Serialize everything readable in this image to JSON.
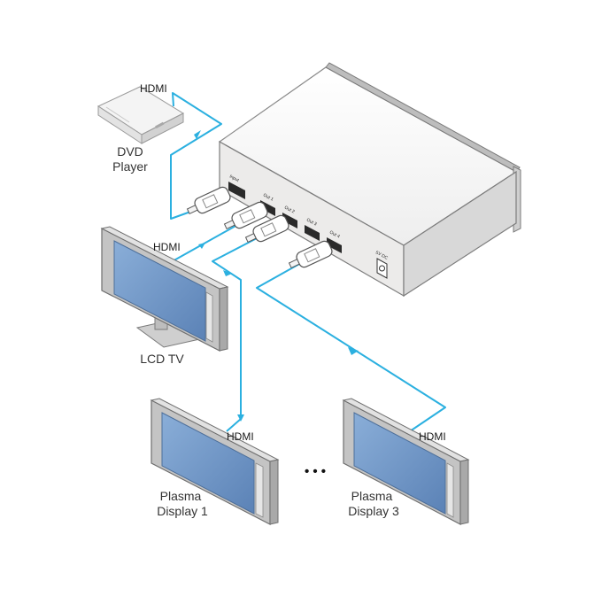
{
  "colors": {
    "cable": "#2bb0e0",
    "device_front": "#ecebea",
    "device_top": "#f6f6f6",
    "device_side": "#d9d9d9",
    "screen": "#6f95c6",
    "bezel": "#bfbfbf"
  },
  "labels": {
    "hdmi_dvd": "HDMI",
    "hdmi_lcd": "HDMI",
    "hdmi_plasma1": "HDMI",
    "hdmi_plasma3": "HDMI",
    "dvd_line1": "DVD",
    "dvd_line2": "Player",
    "lcd": "LCD TV",
    "plasma1_line1": "Plasma",
    "plasma1_line2": "Display 1",
    "plasma3_line1": "Plasma",
    "plasma3_line2": "Display 3",
    "ellipsis": "• • •"
  },
  "splitter": {
    "input_port": "Input",
    "out1": "Out 1",
    "out2": "Out 2",
    "out3": "Out 3",
    "out4": "Out 4",
    "power": "5V DC"
  }
}
